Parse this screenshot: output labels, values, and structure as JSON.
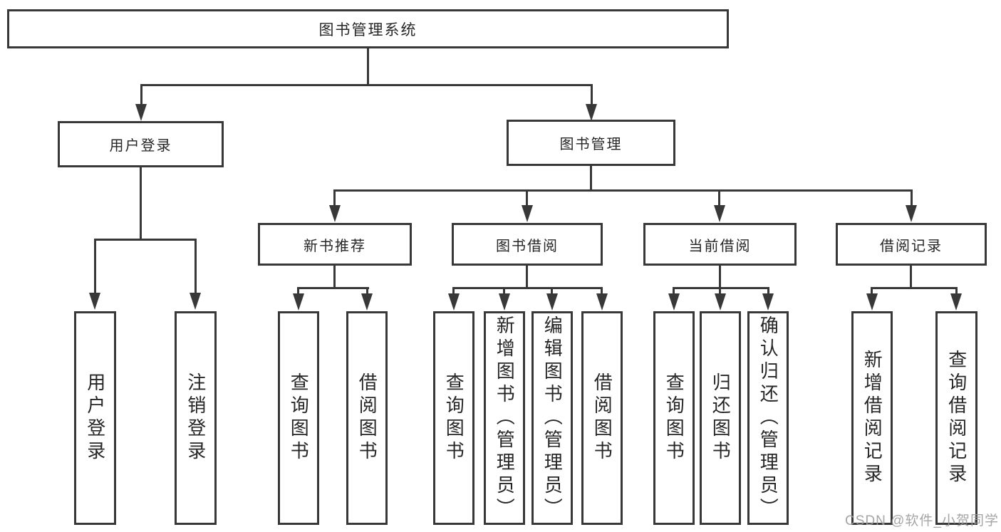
{
  "tree": {
    "root": {
      "label": "图书管理系统",
      "children": [
        {
          "label": "用户登录",
          "children": [
            {
              "label": "用户登录"
            },
            {
              "label": "注销登录"
            }
          ]
        },
        {
          "label": "图书管理",
          "children": [
            {
              "label": "新书推荐",
              "children": [
                {
                  "label": "查询图书"
                },
                {
                  "label": "借阅图书"
                }
              ]
            },
            {
              "label": "图书借阅",
              "children": [
                {
                  "label": "查询图书"
                },
                {
                  "label": "新增图书（管理员）"
                },
                {
                  "label": "编辑图书（管理员）"
                },
                {
                  "label": "借阅图书"
                }
              ]
            },
            {
              "label": "当前借阅",
              "children": [
                {
                  "label": "查询图书"
                },
                {
                  "label": "归还图书"
                },
                {
                  "label": "确认归还（管理员）"
                }
              ]
            },
            {
              "label": "借阅记录",
              "children": [
                {
                  "label": "新增借阅记录"
                },
                {
                  "label": "查询借阅记录"
                }
              ]
            }
          ]
        }
      ]
    }
  },
  "watermark": {
    "text": "CSDN @软件_小贺同学"
  },
  "colors": {
    "line": "#383838",
    "text": "#262626",
    "watermark": "#9c9c9c",
    "background": "#ffffff"
  }
}
